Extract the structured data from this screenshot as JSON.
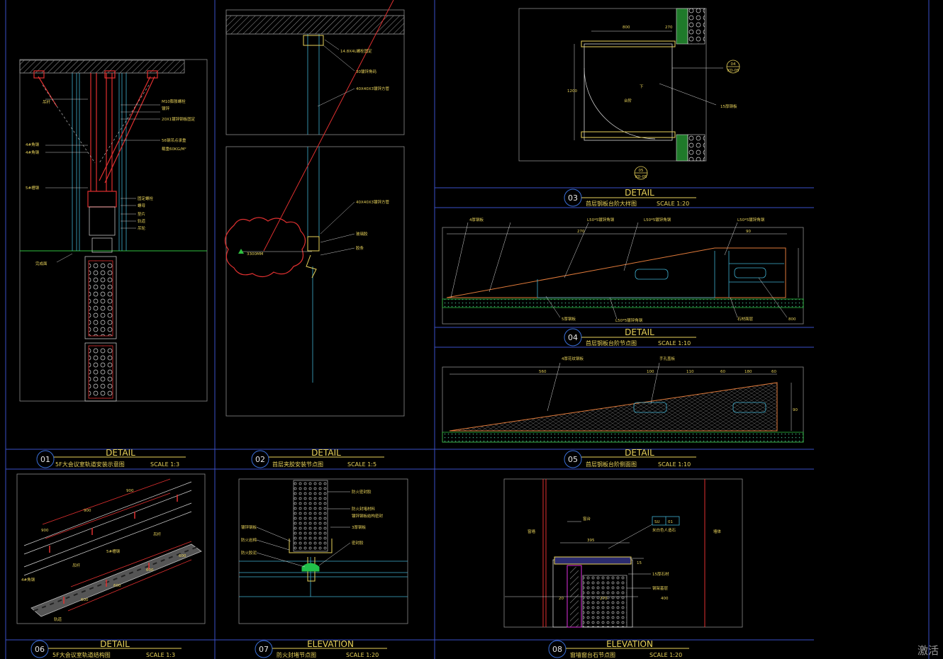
{
  "panels": [
    {
      "num": "01",
      "kind": "DETAIL",
      "title": "5F大会议室轨道安装示意图",
      "scale": "SCALE 1:3"
    },
    {
      "num": "02",
      "kind": "DETAIL",
      "title": "首层夹胶安装节点图",
      "scale": "SCALE 1:5"
    },
    {
      "num": "03",
      "kind": "DETAIL",
      "title": "首层钢板台阶大样图",
      "scale": "SCALE 1:20"
    },
    {
      "num": "04",
      "kind": "DETAIL",
      "title": "首层钢板台阶节点图",
      "scale": "SCALE 1:10"
    },
    {
      "num": "05",
      "kind": "DETAIL",
      "title": "首层钢板台阶侧面图",
      "scale": "SCALE 1:10"
    },
    {
      "num": "06",
      "kind": "DETAIL",
      "title": "5F大会议室轨道结构图",
      "scale": "SCALE 1:3"
    },
    {
      "num": "07",
      "kind": "ELEVATION",
      "title": "防火封堵节点图",
      "scale": "SCALE 1:20"
    },
    {
      "num": "08",
      "kind": "ELEVATION",
      "title": "窗墙窗台石节点图",
      "scale": "SCALE 1:20"
    }
  ],
  "labels": {
    "p01": [
      "吊杆",
      "M10膨胀螺栓",
      "镀锌",
      "20X1镀锌钢板固定",
      "56钢吊点承重",
      "载重60KG/M²",
      "4#角钢",
      "4#角钢",
      "5#槽钢",
      "固定螺栓",
      "螺母",
      "垫片",
      "轨道",
      "吊轮",
      "完成面"
    ],
    "p02": [
      "14.8X4L螺栓固定",
      "30镀锌角码",
      "40X40X3镀锌方管",
      "40X40X3镀锌方管",
      "玻璃胶",
      "胶条",
      "3300MM"
    ],
    "p03": [
      "800",
      "270",
      "1200",
      "15厚钢板",
      "下",
      "台阶",
      "04",
      "XD-05",
      "05",
      "XD-05"
    ],
    "p04": [
      "4厚钢板",
      "L50*5镀锌角钢",
      "L50*5镀锌角钢",
      "5厚钢板",
      "L50*5镀锌角钢",
      "L50*5镀锌角钢",
      "石材面层",
      "800",
      "270",
      "90"
    ],
    "p05": [
      "4厚花纹钢板",
      "手孔盖板",
      "560",
      "100",
      "110",
      "60",
      "180",
      "60",
      "90"
    ],
    "p06": [
      "900",
      "900",
      "900",
      "600",
      "600",
      "600",
      "600",
      "吊杆",
      "4#角钢",
      "5#槽钢",
      "吊杆",
      "轨道"
    ],
    "p07": [
      "镀锌钢板",
      "防火岩棉",
      "防火胶泥",
      "防火密封胶",
      "防火封堵材料",
      "镀锌钢板结构密封",
      "3厚钢板",
      "密封胶"
    ],
    "p08": [
      "窗墙",
      "窗台",
      "395",
      "20",
      "270",
      "400",
      "15",
      "SU",
      "01",
      "米白色人造石",
      "15厚石材",
      "钢架基层",
      "墙体"
    ]
  },
  "watermark": "激活"
}
